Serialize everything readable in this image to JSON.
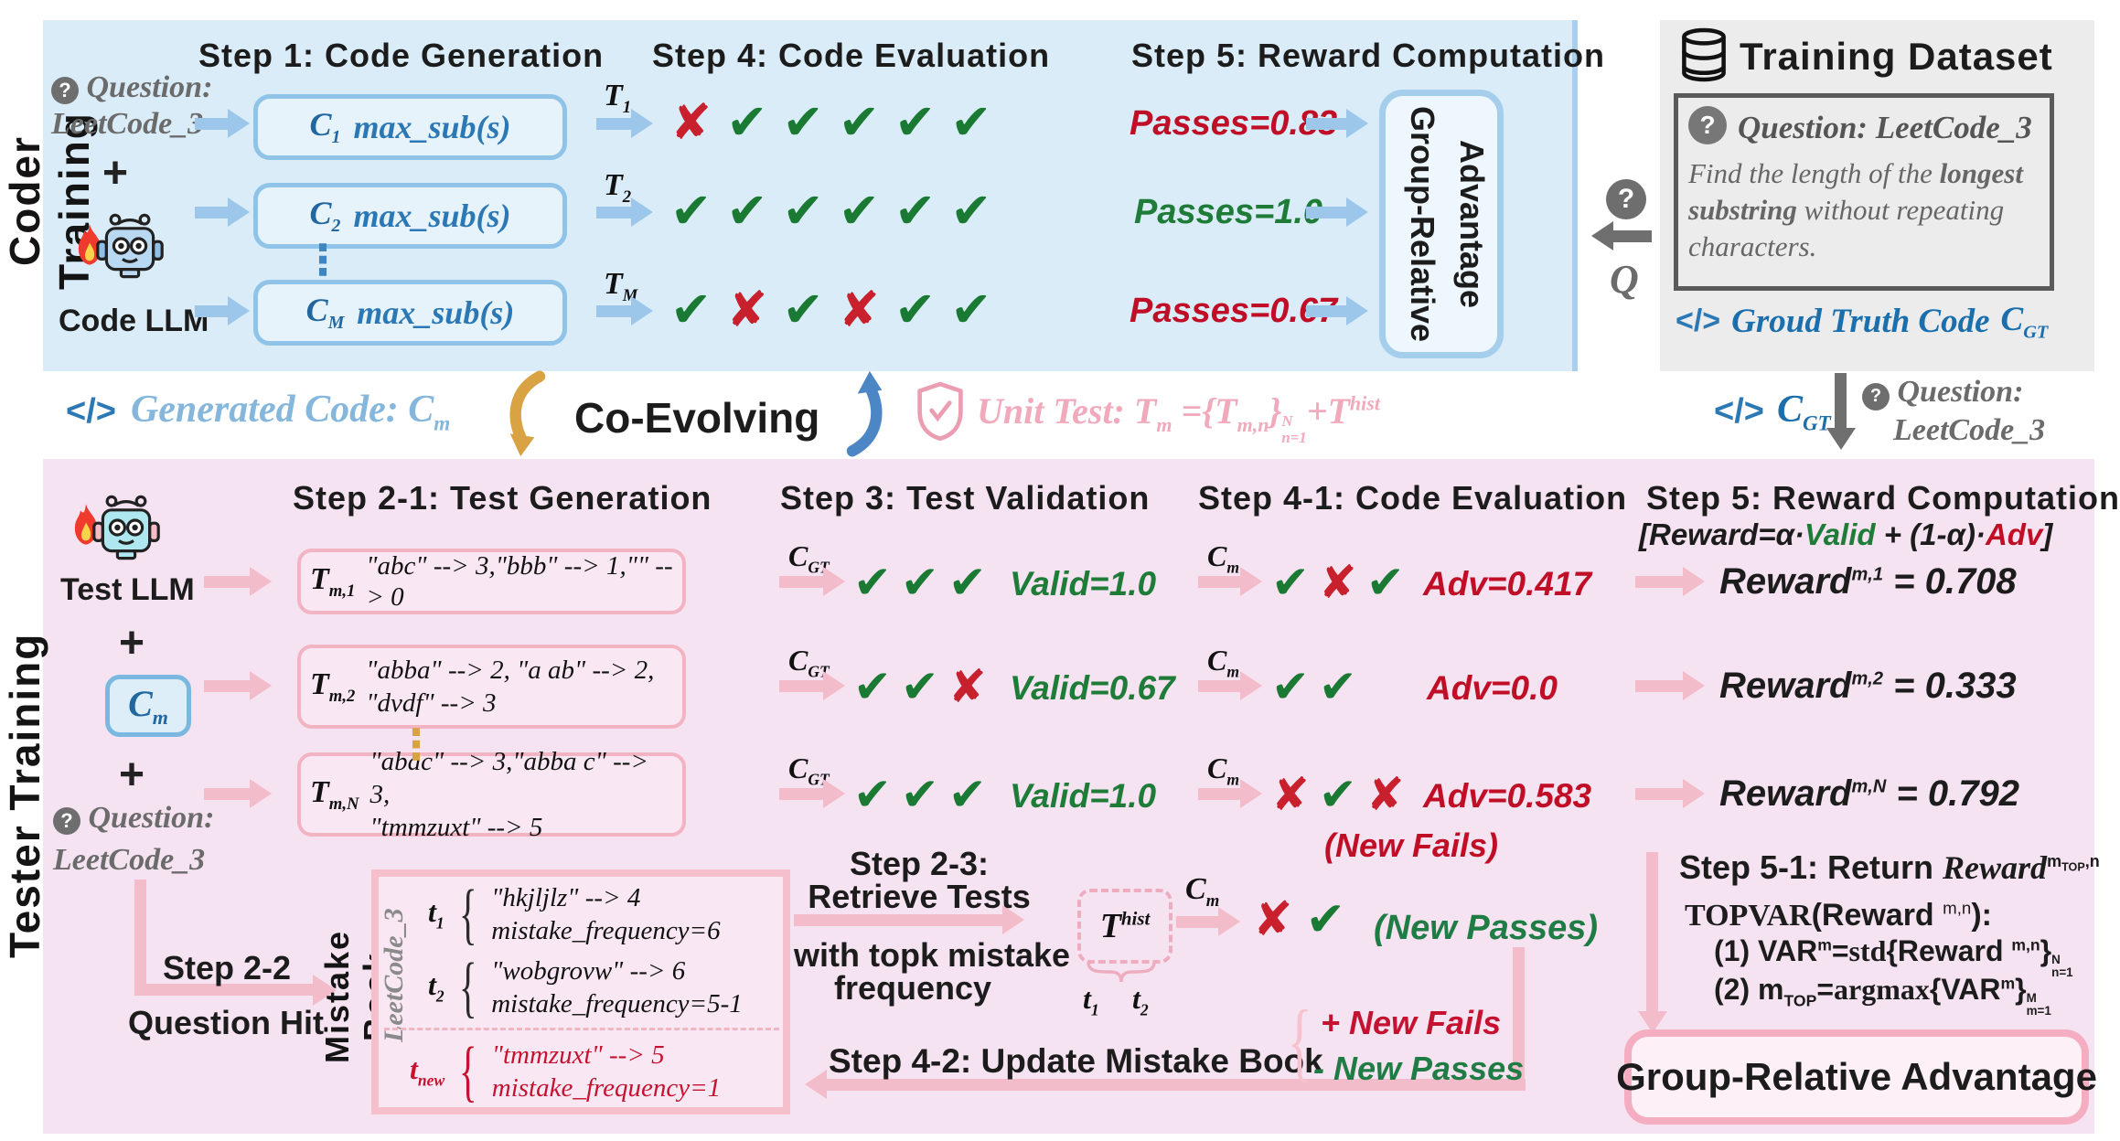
{
  "colors": {
    "coder_panel": "#d9ecf8",
    "tester_panel": "#f6e3f1",
    "dataset_panel": "#ececec",
    "blue_arrow": "#9cc7ea",
    "pink_arrow": "#f3bcca",
    "check_green": "#1a7a33",
    "cross_red": "#c9202e",
    "value_red": "#bf0e26",
    "value_green": "#1e7c38",
    "code_blue": "#2b78b5",
    "soft_blue": "#85b7dd",
    "soft_pink": "#f0aabc",
    "gray": "#6b6b6b",
    "gold": "#d9a243"
  },
  "coder": {
    "side_label": "Coder Training",
    "question_icon": "?",
    "question_line1": "Question:",
    "question_line2": "LeetCode_3",
    "plus": "+",
    "model_label": "Code LLM",
    "step1_title": "Step 1: Code Generation",
    "step4_title": "Step 4: Code Evaluation",
    "step5_title": "Step 5: Reward Computation",
    "dots": "⋮",
    "rows": [
      {
        "code_base": "C",
        "code_sub": "1",
        "fn": "max_sub(s)",
        "t_base": "T",
        "t_sub": "1",
        "marks": [
          "x",
          "v",
          "v",
          "v",
          "v",
          "v"
        ],
        "passes": "Passes=0.83"
      },
      {
        "code_base": "C",
        "code_sub": "2",
        "fn": "max_sub(s)",
        "t_base": "T",
        "t_sub": "2",
        "marks": [
          "v",
          "v",
          "v",
          "v",
          "v",
          "v"
        ],
        "passes": "Passes=1.0"
      },
      {
        "code_base": "C",
        "code_sub": "M",
        "fn": "max_sub(s)",
        "t_base": "T",
        "t_sub": "M",
        "marks": [
          "v",
          "x",
          "v",
          "x",
          "v",
          "v"
        ],
        "passes": "Passes=0.67"
      }
    ],
    "advantage_label": "Group-Relative Advantage"
  },
  "dataset": {
    "title": "Training Dataset",
    "question_icon": "?",
    "question_label": "Question: LeetCode_3",
    "body_pre": "Find the length of the ",
    "body_bold": "longest substring",
    "body_post": " without repeating characters.",
    "code_icon": "</>",
    "gt_label": "Groud Truth Code",
    "gt_base": "C",
    "gt_sub": "GT"
  },
  "handoff": {
    "question_icon": "?",
    "q_symbol": "Q"
  },
  "bridge": {
    "code_icon": "</>",
    "generated_label": "Generated Code: C",
    "generated_sub": "m",
    "co_evolving": "Co-Evolving",
    "unit_prefix": "Unit Test: T",
    "unit_sub1": "m",
    "unit_mid": " ={T",
    "unit_sub2": "m,n",
    "unit_close": "}",
    "unit_sup": "N",
    "unit_under": "n=1",
    "unit_plus": "+T",
    "unit_hist": "hist",
    "cgt_icon": "</>",
    "cgt_base": "C",
    "cgt_sub": "GT",
    "question_icon": "?",
    "question_line1": "Question:",
    "question_line2": "LeetCode_3"
  },
  "tester": {
    "side_label": "Tester Training",
    "model_label": "Test LLM",
    "plus1": "+",
    "cm_base": "C",
    "cm_sub": "m",
    "plus2": "+",
    "question_icon": "?",
    "question_line1": "Question:",
    "question_line2": "LeetCode_3",
    "step21_title": "Step 2-1: Test Generation",
    "step3_title": "Step 3: Test Validation",
    "step41_title": "Step 4-1: Code Evaluation",
    "step5_title": "Step 5: Reward Computation",
    "formula": {
      "p1": "[Reward=α·",
      "valid": "Valid",
      "p2": " + (1-α)·",
      "adv": "Adv",
      "p3": "]"
    },
    "dots": "⋮",
    "rows": [
      {
        "t_base": "T",
        "t_sub": "m,1",
        "line1": "\"abc\" --> 3,\"bbb\" --> 1,\"\" --> 0",
        "line2": "",
        "cgt_base": "C",
        "cgt_sub": "GT",
        "valid_marks": [
          "v",
          "v",
          "v"
        ],
        "valid": "Valid=1.0",
        "cm_base": "C",
        "cm_sub": "m",
        "adv_marks": [
          "v",
          "x",
          "v"
        ],
        "adv": "Adv=0.417",
        "reward_base": "Reward",
        "reward_sup": "m,1",
        "reward_val": "= 0.708"
      },
      {
        "t_base": "T",
        "t_sub": "m,2",
        "line1": "\"abba\" --> 2, \"a ab\" --> 2,",
        "line2": "\"dvdf\"  --> 3",
        "cgt_base": "C",
        "cgt_sub": "GT",
        "valid_marks": [
          "v",
          "v",
          "x"
        ],
        "valid": "Valid=0.67",
        "cm_base": "C",
        "cm_sub": "m",
        "adv_marks": [
          "v",
          "v"
        ],
        "adv": "Adv=0.0",
        "reward_base": "Reward",
        "reward_sup": "m,2",
        "reward_val": "= 0.333"
      },
      {
        "t_base": "T",
        "t_sub": "m,N",
        "line1": "\"abac\" --> 3,\"abba c\" --> 3,",
        "line2": "\"tmmzuxt\" --> 5",
        "cgt_base": "C",
        "cgt_sub": "GT",
        "valid_marks": [
          "v",
          "v",
          "v"
        ],
        "valid": "Valid=1.0",
        "cm_base": "C",
        "cm_sub": "m",
        "adv_marks": [
          "x",
          "v",
          "x"
        ],
        "adv": "Adv=0.583",
        "fails_note": "(New Fails)",
        "reward_base": "Reward",
        "reward_sup": "m,N",
        "reward_val": "= 0.792"
      }
    ],
    "step22_label": "Step 2-2",
    "question_hit": "Question Hit",
    "mistake_book": {
      "label": "Mistake Book",
      "group": "LeetCode_3",
      "entries": [
        {
          "id_base": "t",
          "id_sub": "1",
          "line1": "\"hkjljlz\" --> 4",
          "line2": "mistake_frequency=6"
        },
        {
          "id_base": "t",
          "id_sub": "2",
          "line1": "\"wobgrovw\" --> 6",
          "line2": "mistake_frequency=5-1"
        },
        {
          "id_base": "t",
          "id_sub": "new",
          "line1": "\"tmmzuxt\" --> 5",
          "line2": "mistake_frequency=1"
        }
      ]
    },
    "retrieve": {
      "l1": "Step 2-3:",
      "l2": "Retrieve Tests",
      "l3": "with topk mistake",
      "l4": "frequency"
    },
    "thist": {
      "base": "T",
      "sup": "hist",
      "t1_base": "t",
      "t1_sub": "1",
      "t2_base": "t",
      "t2_sub": "2"
    },
    "hist_eval": {
      "cm_base": "C",
      "cm_sub": "m",
      "marks": [
        "x",
        "v"
      ],
      "note": "(New Passes)"
    },
    "update": {
      "label": "Step 4-2: Update Mistake Book",
      "brace": "{",
      "plus": "+ New Fails",
      "minus": "- New Passes"
    },
    "step51": {
      "prefix": "Step 5-1: Return ",
      "reward": "Reward",
      "sup_base": "m",
      "sup_sub": "TOP",
      "sup_rest": ",n"
    },
    "topvar": {
      "l1a": "TOPVAR",
      "l1b": "(Reward ",
      "l1sup": "m,n",
      "l1c": "):",
      "l2a": "(1) VAR",
      "l2sup1": "m",
      "l2b": "=",
      "l2bold": "std",
      "l2c": "{Reward ",
      "l2sup2": "m,n",
      "l2d": "}",
      "l2sup3": "N",
      "l2sub3": "n=1",
      "l3a": "(2) m",
      "l3sub1": "TOP",
      "l3b": "=",
      "l3bold": "argmax",
      "l3c": "{VAR",
      "l3sup1": "m",
      "l3d": "}",
      "l3sup2": "M",
      "l3sub2": "m=1"
    },
    "advantage_box": "Group-Relative Advantage"
  }
}
